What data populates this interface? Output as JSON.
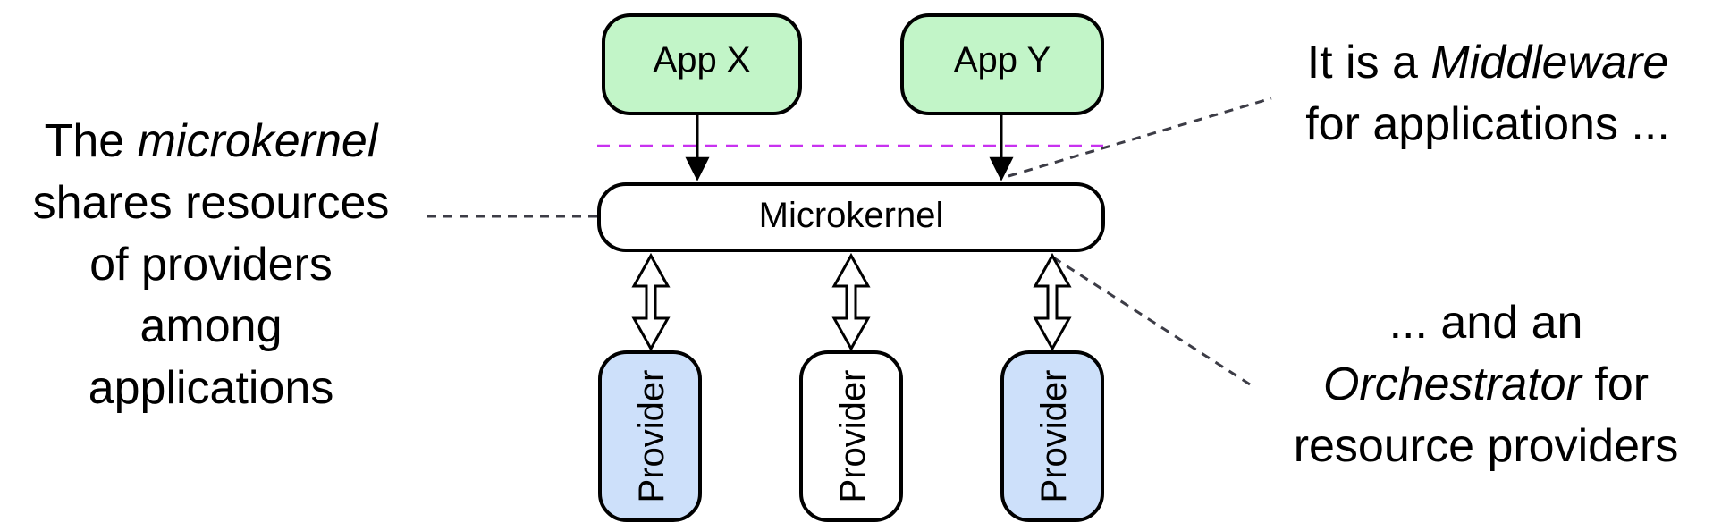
{
  "apps": [
    {
      "label": "App X",
      "fill": "#c2f5c8"
    },
    {
      "label": "App Y",
      "fill": "#c2f5c8"
    }
  ],
  "microkernel": {
    "label": "Microkernel",
    "fill": "#ffffff"
  },
  "providers": [
    {
      "label": "Provider",
      "fill": "#cde0fa"
    },
    {
      "label": "Provider",
      "fill": "#ffffff"
    },
    {
      "label": "Provider",
      "fill": "#cde0fa"
    }
  ],
  "left_text": {
    "line1_a": "The ",
    "line1_b": "microkernel",
    "line2": "shares resources",
    "line3": "of providers",
    "line4": "among",
    "line5": "applications"
  },
  "right_top_text": {
    "line1_a": "It is a ",
    "line1_b": "Middleware",
    "line2": "for applications ..."
  },
  "right_bottom_text": {
    "line1": "... and an",
    "line2_a": "Orchestrator",
    "line2_b": " for",
    "line3": "resource providers"
  },
  "colors": {
    "stroke": "#000000",
    "dashed_divider": "#c832f0",
    "callout_line": "#3c3c46"
  }
}
